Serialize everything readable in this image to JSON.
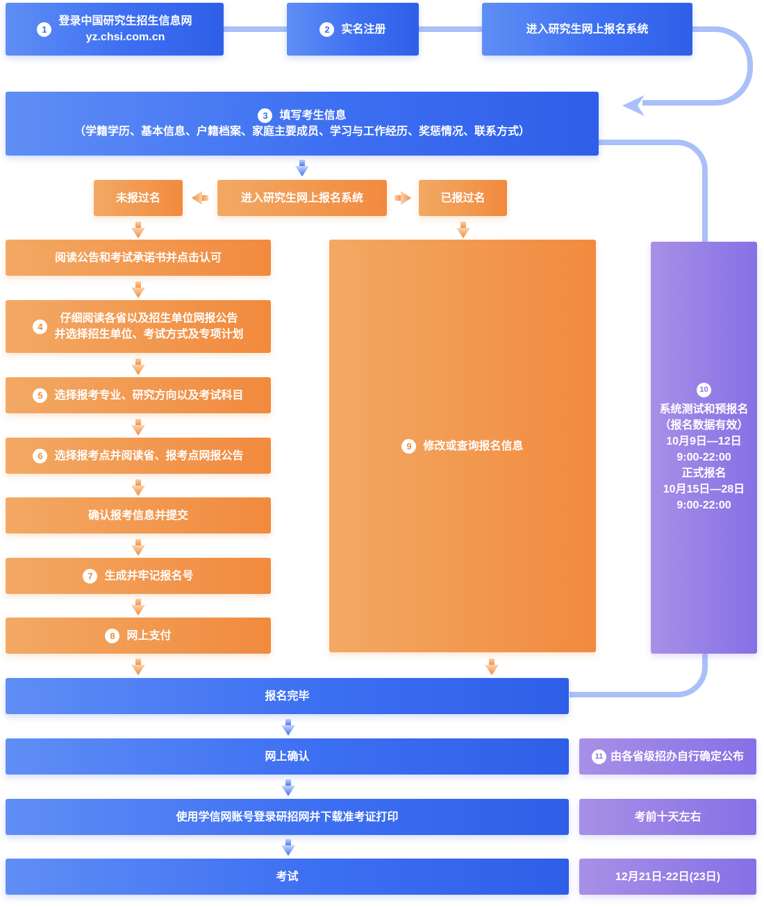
{
  "colors": {
    "blue": "#3d6ff2",
    "orange": "#f18a3e",
    "purple": "#8670e6",
    "connector": "#a9c0f8"
  },
  "steps": {
    "s1": {
      "num": "1",
      "line1": "登录中国研究生招生信息网",
      "line2": "yz.chsi.com.cn"
    },
    "s2": {
      "num": "2",
      "label": "实名注册"
    },
    "enter_top": {
      "label": "进入研究生网上报名系统"
    },
    "s3": {
      "num": "3",
      "line1": "填写考生信息",
      "line2": "（学籍学历、基本信息、户籍档案、家庭主要成员、学习与工作经历、奖惩情况、联系方式）"
    },
    "enter_mid": {
      "label": "进入研究生网上报名系统"
    },
    "not_registered": {
      "label": "未报过名"
    },
    "registered": {
      "label": "已报过名"
    },
    "read_notice": {
      "label": "阅读公告和考试承诺书并点击认可"
    },
    "s4": {
      "num": "4",
      "line1": "仔细阅读各省以及招生单位网报公告",
      "line2": "并选择招生单位、考试方式及专项计划"
    },
    "s5": {
      "num": "5",
      "label": "选择报考专业、研究方向以及考试科目"
    },
    "s6": {
      "num": "6",
      "label": "选择报考点并阅读省、报考点网报公告"
    },
    "confirm_submit": {
      "label": "确认报考信息并提交"
    },
    "s7": {
      "num": "7",
      "label": "生成并牢记报名号"
    },
    "s8": {
      "num": "8",
      "label": "网上支付"
    },
    "s9": {
      "num": "9",
      "label": "修改或查询报名信息"
    },
    "s10": {
      "num": "10",
      "lines": [
        "系统测试和预报名",
        "（报名数据有效）",
        "10月9日—12日",
        "9:00-22:00",
        "正式报名",
        "10月15日—28日",
        "9:00-22:00"
      ]
    },
    "done": {
      "label": "报名完毕"
    },
    "online_confirm": {
      "label": "网上确认"
    },
    "s11": {
      "num": "11",
      "label": "由各省级招办自行确定公布"
    },
    "print_ticket": {
      "label": "使用学信网账号登录研招网并下载准考证打印"
    },
    "print_time": {
      "label": "考前十天左右"
    },
    "exam": {
      "label": "考试"
    },
    "exam_date": {
      "label": "12月21日-22日(23日)"
    }
  }
}
